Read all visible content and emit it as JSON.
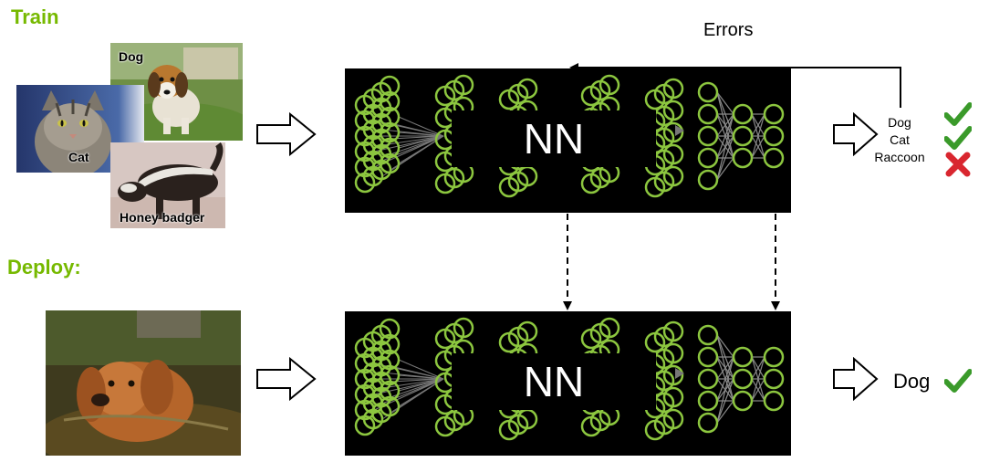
{
  "train": {
    "title": "Train",
    "photos": [
      {
        "label": "Dog"
      },
      {
        "label": "Cat"
      },
      {
        "label": "Honey badger"
      }
    ],
    "nn_label": "NN",
    "feedback_label": "Errors",
    "outputs": [
      {
        "label": "Dog",
        "result": "check-icon"
      },
      {
        "label": "Cat",
        "result": "check-icon"
      },
      {
        "label": "Raccoon",
        "result": "cross-icon"
      }
    ]
  },
  "deploy": {
    "title": "Deploy:",
    "nn_label": "NN",
    "output": {
      "label": "Dog",
      "result": "check-icon"
    }
  },
  "colors": {
    "accent_green": "#76b900",
    "neuron_green": "#8cc63f",
    "check_green": "#3a9a2a",
    "cross_red": "#d9262f",
    "panel_black": "#000000"
  }
}
